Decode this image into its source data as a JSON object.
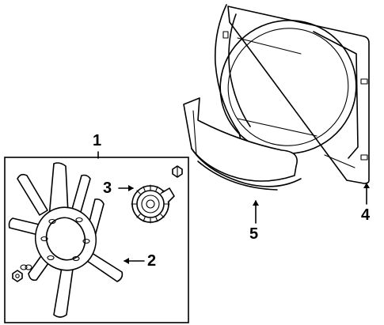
{
  "callouts": [
    {
      "id": "1",
      "label": "1"
    },
    {
      "id": "2",
      "label": "2"
    },
    {
      "id": "3",
      "label": "3"
    },
    {
      "id": "4",
      "label": "4"
    },
    {
      "id": "5",
      "label": "5"
    }
  ],
  "parts": [
    "fan-blade-assembly",
    "fan-blade",
    "fan-clutch",
    "fan-shroud-upper",
    "fan-shroud-lower"
  ],
  "colors": {
    "line": "#000000",
    "background": "#ffffff"
  }
}
